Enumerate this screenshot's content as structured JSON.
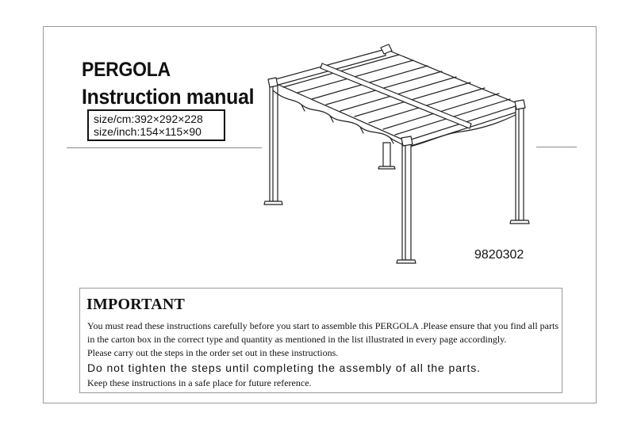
{
  "cover": {
    "title": "PERGOLA",
    "subtitle": "Instruction manual",
    "size_cm": "size/cm:392×292×228",
    "size_inch": "size/inch:154×115×90",
    "model_number": "9820302",
    "illustration": "pergola-illustration"
  },
  "important": {
    "heading": "IMPORTANT",
    "lines": [
      "You must read these instructions carefully before you start to assemble this PERGOLA .Please ensure that you find all parts",
      "in the carton box in the correct type and quantity as mentioned in the list illustrated in every page accordingly.",
      "Please carry out the steps in the order set out in these instructions.",
      "Do not tighten the steps until completing the assembly of all the parts.",
      "Keep these instructions in a safe place for future reference."
    ]
  }
}
